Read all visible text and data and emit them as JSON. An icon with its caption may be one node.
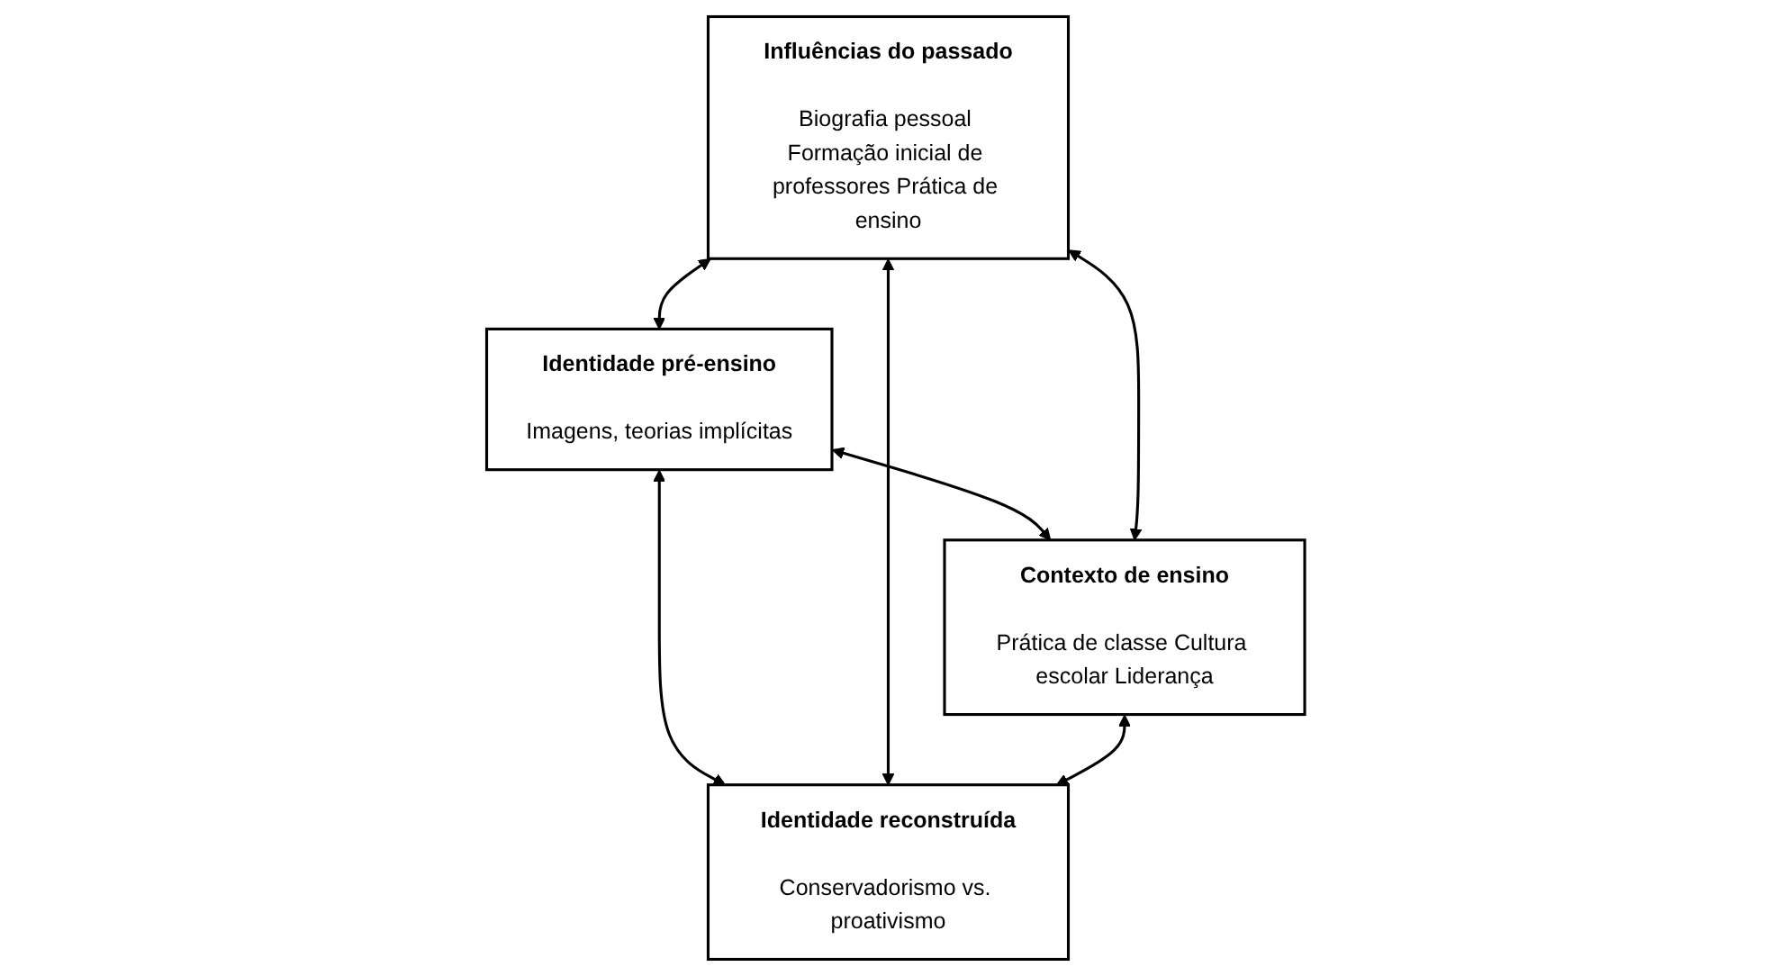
{
  "diagram": {
    "nodes": [
      {
        "text": [
          "Identidade pré-ensino",
          "Imagens, teorias implícitas"
        ]
      },
      {
        "text": [
          "Influências do passado",
          "Biografia pessoal Formação inicial de professores Prática de ensino"
        ]
      },
      {
        "text": [
          "Contexto de ensino",
          "Prática de classe Cultura escolar Liderança"
        ]
      },
      {
        "text": [
          "Identidade reconstruída",
          "Conservadorismo vs. proativismo"
        ]
      }
    ],
    "edges": [
      {
        "from": 1,
        "to": 0,
        "arrow": "both"
      },
      {
        "from": 0,
        "to": 2,
        "arrow": "both"
      },
      {
        "from": 0,
        "to": 3,
        "arrow": "both"
      },
      {
        "from": 1,
        "to": 2,
        "arrow": "both"
      },
      {
        "from": 1,
        "to": 3,
        "arrow": "both"
      },
      {
        "from": 2,
        "to": 3,
        "arrow": "both"
      }
    ]
  }
}
